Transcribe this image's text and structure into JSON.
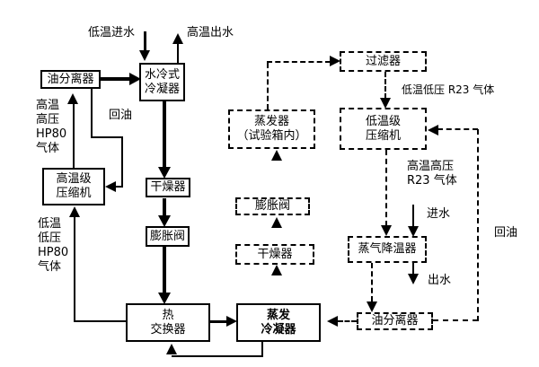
{
  "diagram": {
    "boxes": {
      "water_cooled_condenser": "水冷式\n冷凝器",
      "oil_separator_left": "油分离器",
      "ht_compressor": "高温级\n压缩机",
      "dryer_main": "干燥器",
      "expansion_valve_main": "膨胀阀",
      "heat_exchanger": "热\n交换器",
      "evap_condenser": "蒸发\n冷凝器",
      "filter": "过滤器",
      "evaporator": "蒸发器\n（试验箱内）",
      "lt_compressor": "低温级\n压缩机",
      "expansion_valve_r": "膨胀阀",
      "dryer_r": "干燥器",
      "steam_cooler": "蒸气降温器",
      "oil_separator_r": "油分离器"
    },
    "labels": {
      "inlet_water": "低温进水",
      "outlet_water": "高温出水",
      "hp80_high": "高温\n高压\nHP80\n气体",
      "oil_return_left": "回油",
      "hp80_low": "低温\n低压\nHP80\n气体",
      "r23_low": "低温低压 R23 气体",
      "r23_high": "高温高压\nR23 气体",
      "water_in": "进水",
      "water_out": "出水",
      "oil_return_right": "回油"
    },
    "colors": {
      "line": "#000000",
      "background": "#ffffff"
    }
  }
}
